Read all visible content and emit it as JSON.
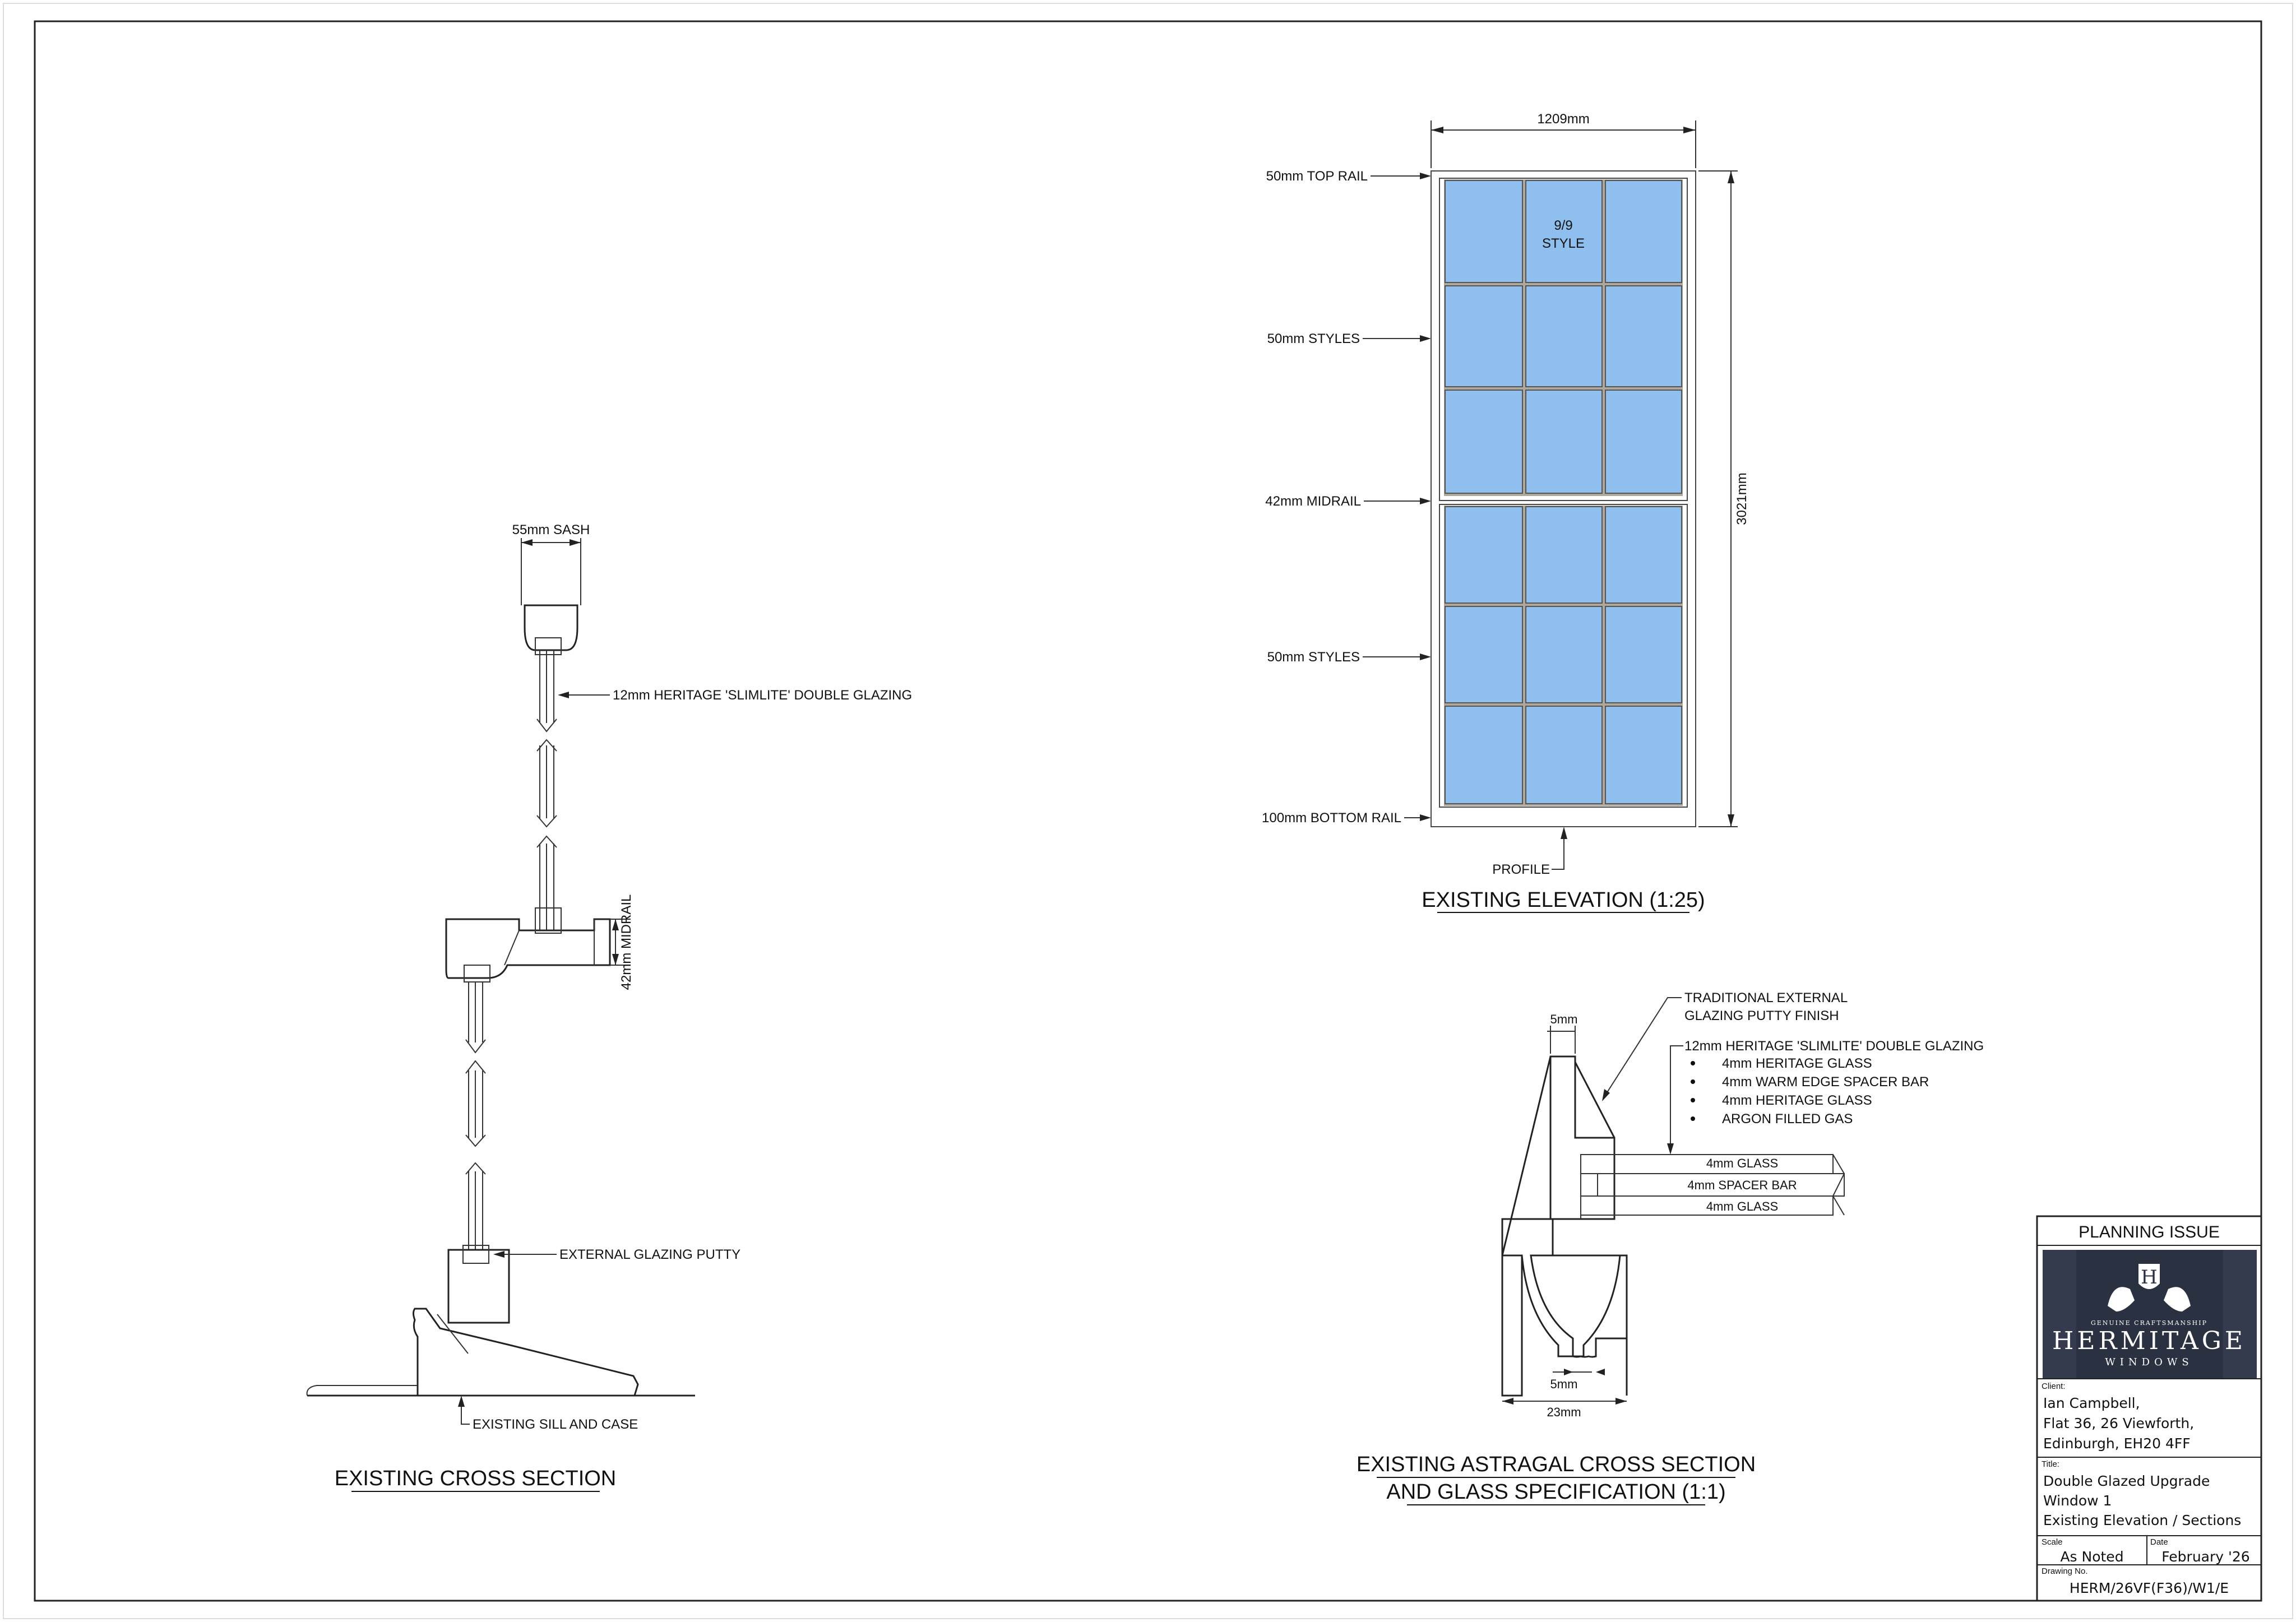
{
  "elevation": {
    "width_dim": "1209mm",
    "height_dim": "3021mm",
    "center_text_1": "9/9",
    "center_text_2": "STYLE",
    "labels": {
      "top_rail": "50mm TOP RAIL",
      "styles_upper": "50mm STYLES",
      "midrail": "42mm MIDRAIL",
      "styles_lower": "50mm STYLES",
      "bottom_rail": "100mm BOTTOM RAIL",
      "profile": "PROFILE"
    },
    "title": "EXISTING ELEVATION (1:25)"
  },
  "cross_section": {
    "sash_dim": "55mm SASH",
    "glazing_label": "12mm HERITAGE 'SLIMLITE' DOUBLE GLAZING",
    "midrail_dim": "42mm MIDRAIL",
    "putty_label": "EXTERNAL GLAZING PUTTY",
    "sill_label": "EXISTING  SILL AND CASE",
    "title": "EXISTING CROSS SECTION"
  },
  "astragal": {
    "putty_line1": "TRADITIONAL EXTERNAL",
    "putty_line2": "GLAZING PUTTY FINISH",
    "glazing_title": "12mm HERITAGE 'SLIMLITE' DOUBLE GLAZING",
    "spec_items": [
      "4mm HERITAGE GLASS",
      "4mm WARM EDGE SPACER BAR",
      "4mm HERITAGE GLASS",
      "ARGON FILLED GAS"
    ],
    "layer_top": "4mm GLASS",
    "layer_mid": "4mm SPACER BAR",
    "layer_bot": "4mm GLASS",
    "dim_top": "5mm",
    "dim_bottom": "5mm",
    "dim_width": "23mm",
    "title_line1": "EXISTING  ASTRAGAL CROSS SECTION",
    "title_line2": "AND GLASS SPECIFICATION (1:1)"
  },
  "title_block": {
    "header": "PLANNING ISSUE",
    "logo_tagline": "GENUINE CRAFTSMANSHIP",
    "logo_name": "HERMITAGE",
    "logo_sub": "WINDOWS",
    "logo_mark": "H",
    "client_label": "Client:",
    "client_lines": [
      "Ian Campbell,",
      "Flat 36, 26 Viewforth,",
      "Edinburgh, EH20 4FF"
    ],
    "title_label": "Title:",
    "title_lines": [
      "Double Glazed Upgrade",
      "Window 1",
      "Existing Elevation / Sections"
    ],
    "scale_label": "Scale",
    "scale_value": "As Noted",
    "date_label": "Date",
    "date_value": "February '26",
    "drawing_label": "Drawing No.",
    "drawing_value": "HERM/26VF(F36)/W1/E"
  }
}
